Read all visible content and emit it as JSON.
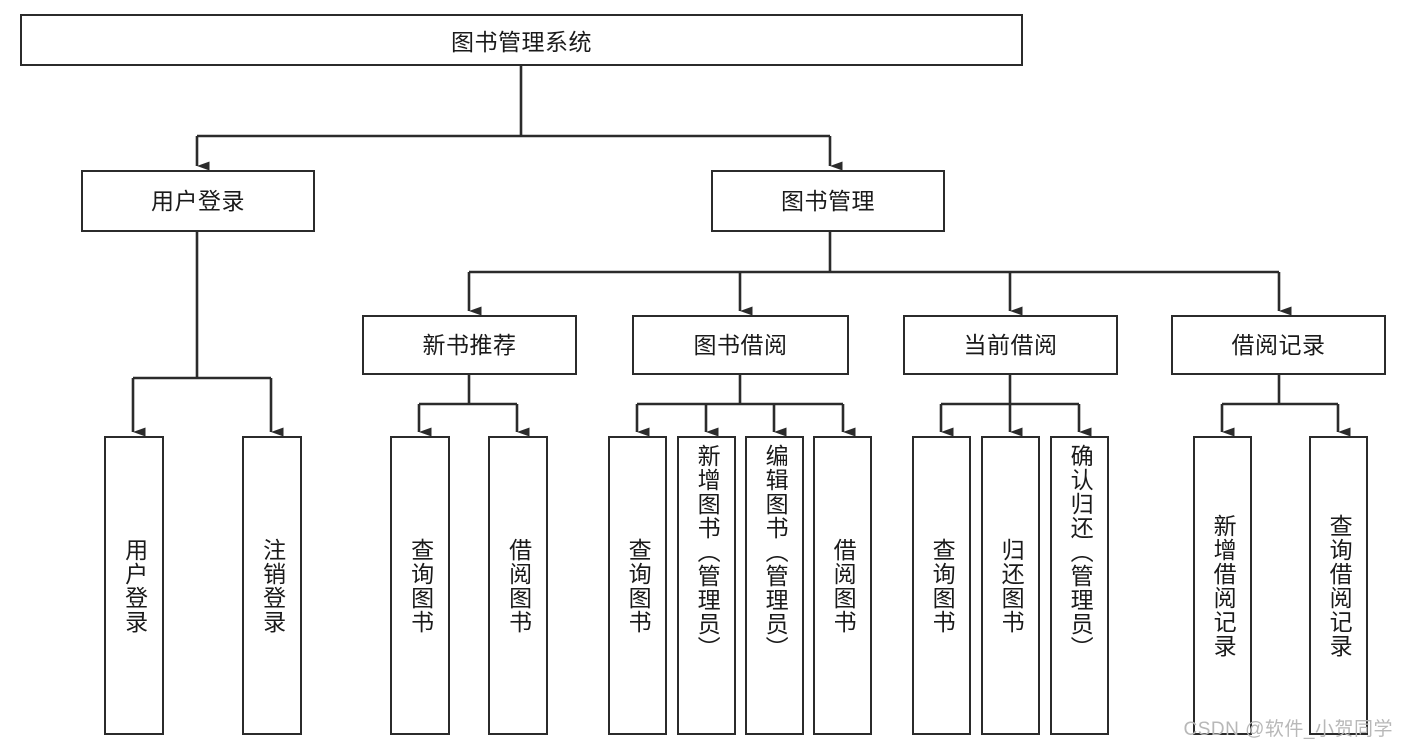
{
  "diagram": {
    "type": "tree-hierarchy-flowchart",
    "title": "图书管理系统",
    "watermark": "CSDN @软件_小贺同学",
    "colors": {
      "background": "#ffffff",
      "box_border": "#2b2b2b",
      "box_fill": "#ffffff",
      "connector": "#2b2b2b",
      "text": "#1a1a1a",
      "watermark": "#b8b8b8"
    },
    "root": {
      "label": "图书管理系统"
    },
    "level2": [
      {
        "label": "用户登录"
      },
      {
        "label": "图书管理"
      }
    ],
    "level3": [
      {
        "label": "新书推荐"
      },
      {
        "label": "图书借阅"
      },
      {
        "label": "当前借阅"
      },
      {
        "label": "借阅记录"
      }
    ],
    "leaves": {
      "user_login": [
        {
          "label": "用户登录"
        },
        {
          "label": "注销登录"
        }
      ],
      "new_book_recommend": [
        {
          "label": "查询图书"
        },
        {
          "label": "借阅图书"
        }
      ],
      "book_borrow": [
        {
          "label": "查询图书"
        },
        {
          "label": "新增图书（管理员）"
        },
        {
          "label": "编辑图书（管理员）"
        },
        {
          "label": "借阅图书"
        }
      ],
      "current_borrow": [
        {
          "label": "查询图书"
        },
        {
          "label": "归还图书"
        },
        {
          "label": "确认归还（管理员）"
        }
      ],
      "borrow_record": [
        {
          "label": "新增借阅记录"
        },
        {
          "label": "查询借阅记录"
        }
      ]
    }
  }
}
